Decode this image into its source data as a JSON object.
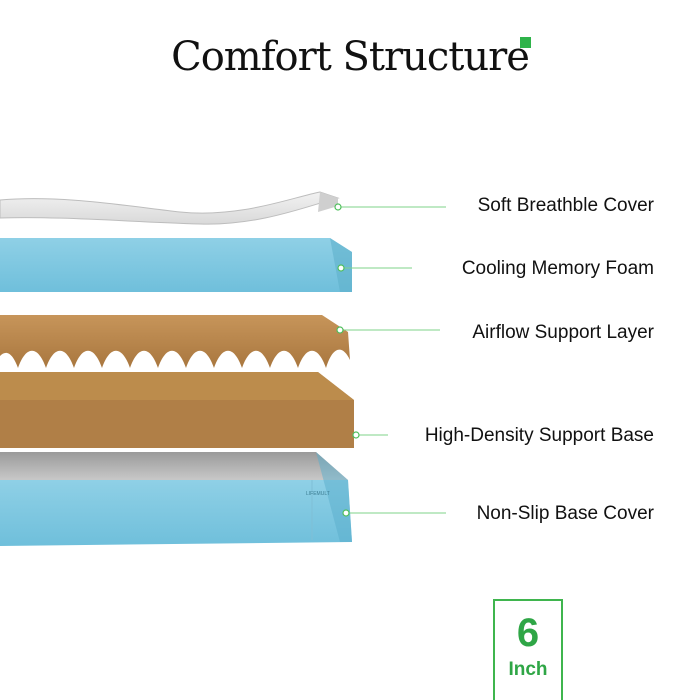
{
  "title": "Comfort Structure",
  "accent_color": "#2fb34a",
  "layers": [
    {
      "label": "Soft Breathble Cover"
    },
    {
      "label": "Cooling Memory Foam"
    },
    {
      "label": "Airflow Support Layer"
    },
    {
      "label": "High-Density Support Base"
    },
    {
      "label": "Non-Slip Base Cover"
    }
  ],
  "brand_tag": "LIFEMULT",
  "thickness": {
    "value": "6",
    "unit": "Inch"
  }
}
